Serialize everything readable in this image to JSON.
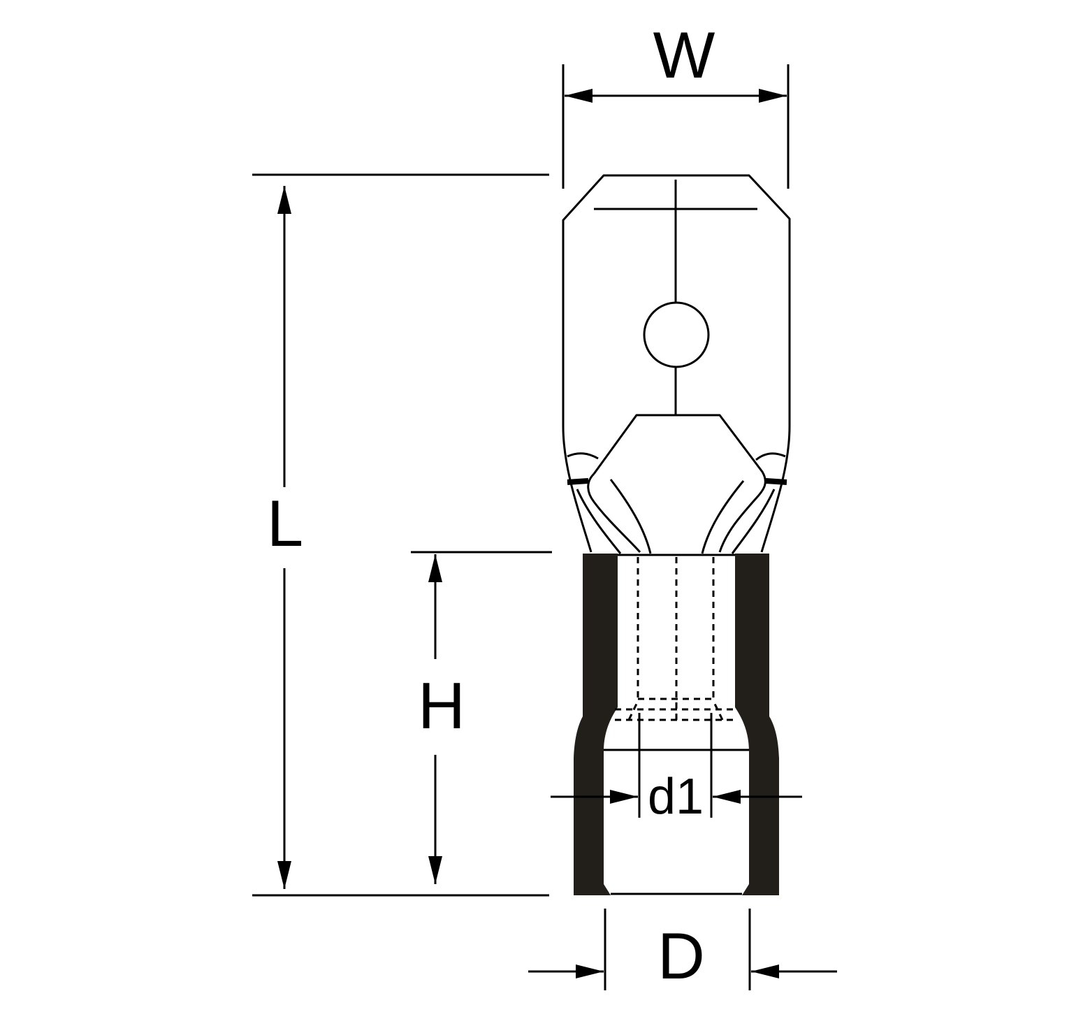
{
  "labels": {
    "width": "W",
    "length": "L",
    "height": "H",
    "inner_diameter": "d1",
    "outer_diameter": "D"
  },
  "colors": {
    "line": "#000000",
    "insulation": "#221e1a",
    "background": "#ffffff"
  }
}
